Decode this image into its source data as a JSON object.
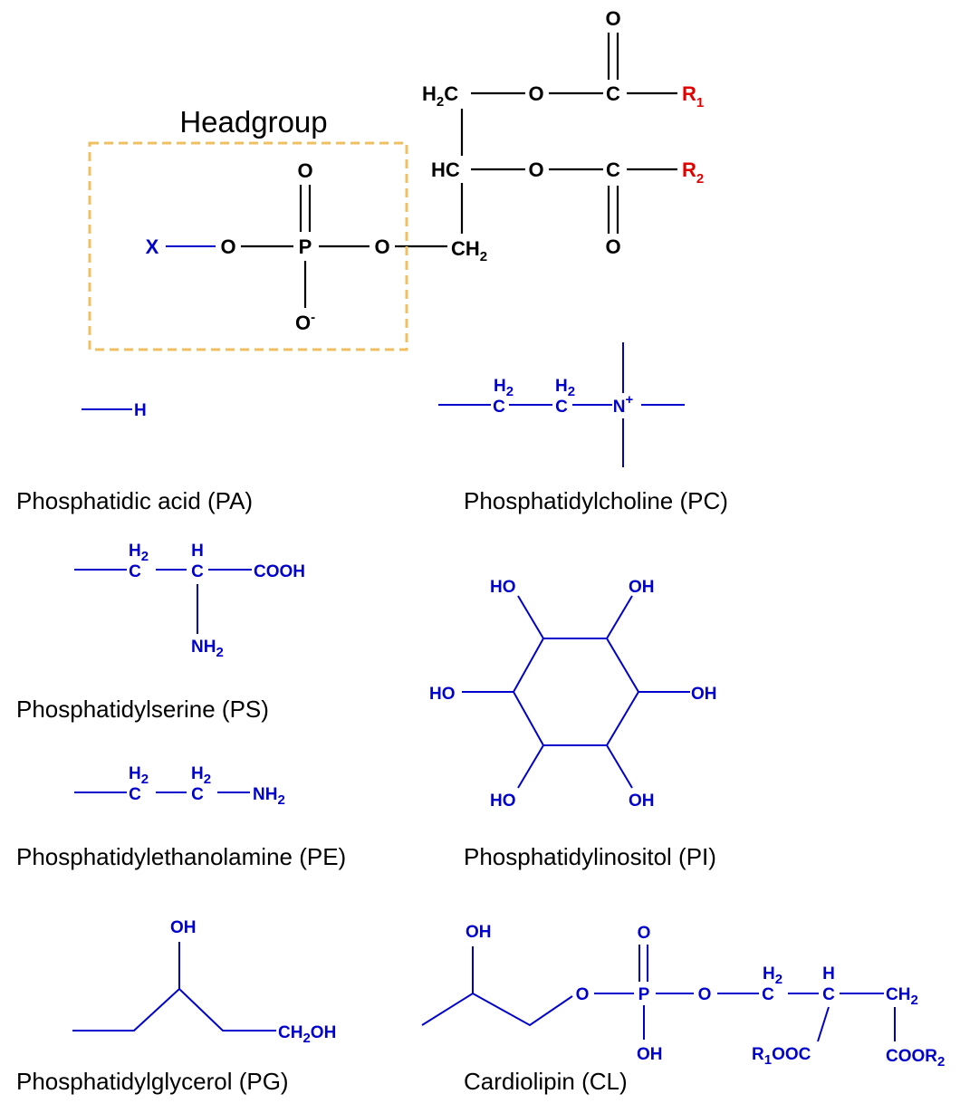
{
  "headgroup": {
    "label": "Headgroup"
  },
  "backbone": {
    "x": "X",
    "o": "O",
    "p": "P",
    "o_minus": "O",
    "minus": "-",
    "c": "C",
    "h2": "H",
    "two": "2",
    "hc": "HC",
    "ch": "CH",
    "r": "R",
    "one": "1"
  },
  "captions": {
    "pa": "Phosphatidic acid (PA)",
    "pc": "Phosphatidylcholine (PC)",
    "ps": "Phosphatidylserine (PS)",
    "pi": "Phosphatidylinositol (PI)",
    "pe": "Phosphatidylethanolamine (PE)",
    "pg": "Phosphatidylglycerol (PG)",
    "cl": "Cardiolipin (CL)"
  },
  "atoms": {
    "h": "H",
    "c": "C",
    "n": "N",
    "plus": "+",
    "cooh": "COOH",
    "nh": "NH",
    "ho": "HO",
    "oh": "OH",
    "ch2oh_a": "CH",
    "ch2oh_b": "OH",
    "o": "O",
    "p": "P",
    "ch2": "CH",
    "r1ooc_a": "R",
    "r1ooc_b": "OOC",
    "coor2_a": "COOR",
    "two": "2",
    "one": "1"
  },
  "colors": {
    "backbone": "#000000",
    "headgroup_x": "#0000cc",
    "r_groups": "#e00000",
    "box": "#f0c060"
  }
}
